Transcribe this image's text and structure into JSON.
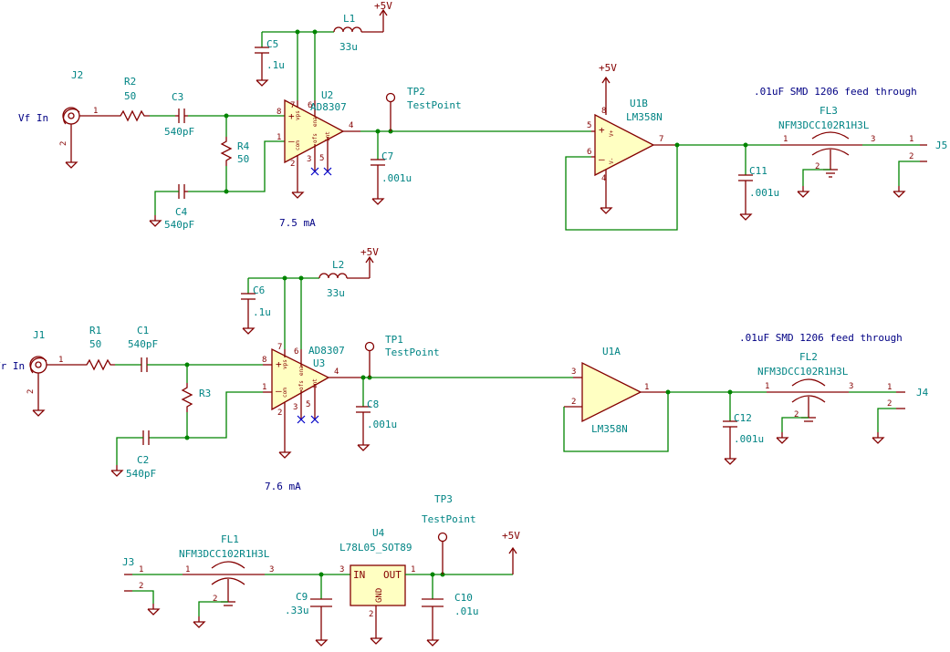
{
  "supply": "+5V",
  "notes": {
    "current_top": "7.5 mA",
    "current_mid": "7.6 mA",
    "feed_top": ".01uF SMD 1206 feed through",
    "feed_mid": ".01uF SMD 1206 feed through"
  },
  "connectors": {
    "J2": "J2",
    "J2_label": "Vf In",
    "J1": "J1",
    "J1_label": "Vr In",
    "J3": "J3",
    "J4": "J4",
    "J5": "J5"
  },
  "resistors": {
    "R2": {
      "ref": "R2",
      "value": "50"
    },
    "R4": {
      "ref": "R4",
      "value": "50"
    },
    "R1": {
      "ref": "R1",
      "value": "50"
    },
    "R3": {
      "ref": "R3"
    }
  },
  "capacitors": {
    "C3": {
      "ref": "C3",
      "value": "540pF"
    },
    "C4": {
      "ref": "C4",
      "value": "540pF"
    },
    "C5": {
      "ref": "C5",
      "value": ".1u"
    },
    "C7": {
      "ref": "C7",
      "value": ".001u"
    },
    "C11": {
      "ref": "C11",
      "value": ".001u"
    },
    "C1": {
      "ref": "C1",
      "value": "540pF"
    },
    "C2": {
      "ref": "C2",
      "value": "540pF"
    },
    "C6": {
      "ref": "C6",
      "value": ".1u"
    },
    "C8": {
      "ref": "C8",
      "value": ".001u"
    },
    "C12": {
      "ref": "C12",
      "value": ".001u"
    },
    "C9": {
      "ref": "C9",
      "value": ".33u"
    },
    "C10": {
      "ref": "C10",
      "value": ".01u"
    }
  },
  "inductors": {
    "L1": {
      "ref": "L1",
      "value": "33u"
    },
    "L2": {
      "ref": "L2",
      "value": "33u"
    }
  },
  "ics": {
    "U2": {
      "ref": "U2",
      "value": "AD8307"
    },
    "U3": {
      "ref": "U3",
      "value": "AD8307"
    },
    "U1B": {
      "ref": "U1B",
      "value": "LM358N"
    },
    "U1A": {
      "ref": "U1A",
      "value": "LM358N"
    },
    "U4": {
      "ref": "U4",
      "value": "L78L05_SOT89",
      "pin_in": "IN",
      "pin_out": "OUT",
      "pin_gnd": "GND"
    }
  },
  "filters": {
    "FL1": {
      "ref": "FL1",
      "value": "NFM3DCC102R1H3L"
    },
    "FL2": {
      "ref": "FL2",
      "value": "NFM3DCC102R1H3L"
    },
    "FL3": {
      "ref": "FL3",
      "value": "NFM3DCC102R1H3L"
    }
  },
  "testpoints": {
    "TP1": {
      "ref": "TP1",
      "value": "TestPoint"
    },
    "TP2": {
      "ref": "TP2",
      "value": "TestPoint"
    },
    "TP3": {
      "ref": "TP3",
      "value": "TestPoint"
    }
  },
  "ad8307_pins": {
    "vps": "vps",
    "com": "com",
    "ena": "ena",
    "ofs": "ofs",
    "int": "int"
  },
  "opamp_pins": {
    "vplus": "V+",
    "vminus": "V-"
  },
  "pin_numbers": [
    "1",
    "2",
    "3",
    "4",
    "5",
    "6",
    "7",
    "8"
  ]
}
